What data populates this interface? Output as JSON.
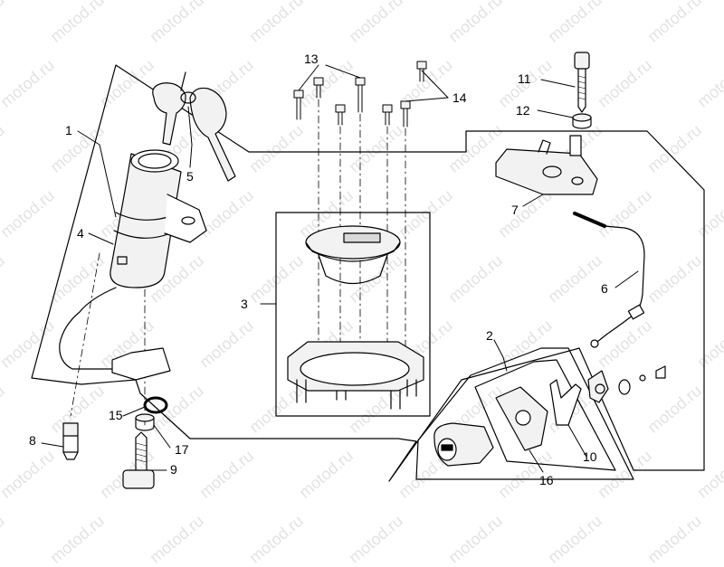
{
  "watermark": "motod.ru",
  "callouts": {
    "c1": "1",
    "c2": "2",
    "c3": "3",
    "c4": "4",
    "c5": "5",
    "c6": "6",
    "c7": "7",
    "c8": "8",
    "c9": "9",
    "c10": "10",
    "c11": "11",
    "c12": "12",
    "c13": "13",
    "c14": "14",
    "c15": "15",
    "c16": "16",
    "c17": "17"
  },
  "colors": {
    "line": "#000000",
    "watermark": "#e3e3e3",
    "fill_light": "#f2f2f2",
    "fill_mid": "#d9d9d9"
  }
}
